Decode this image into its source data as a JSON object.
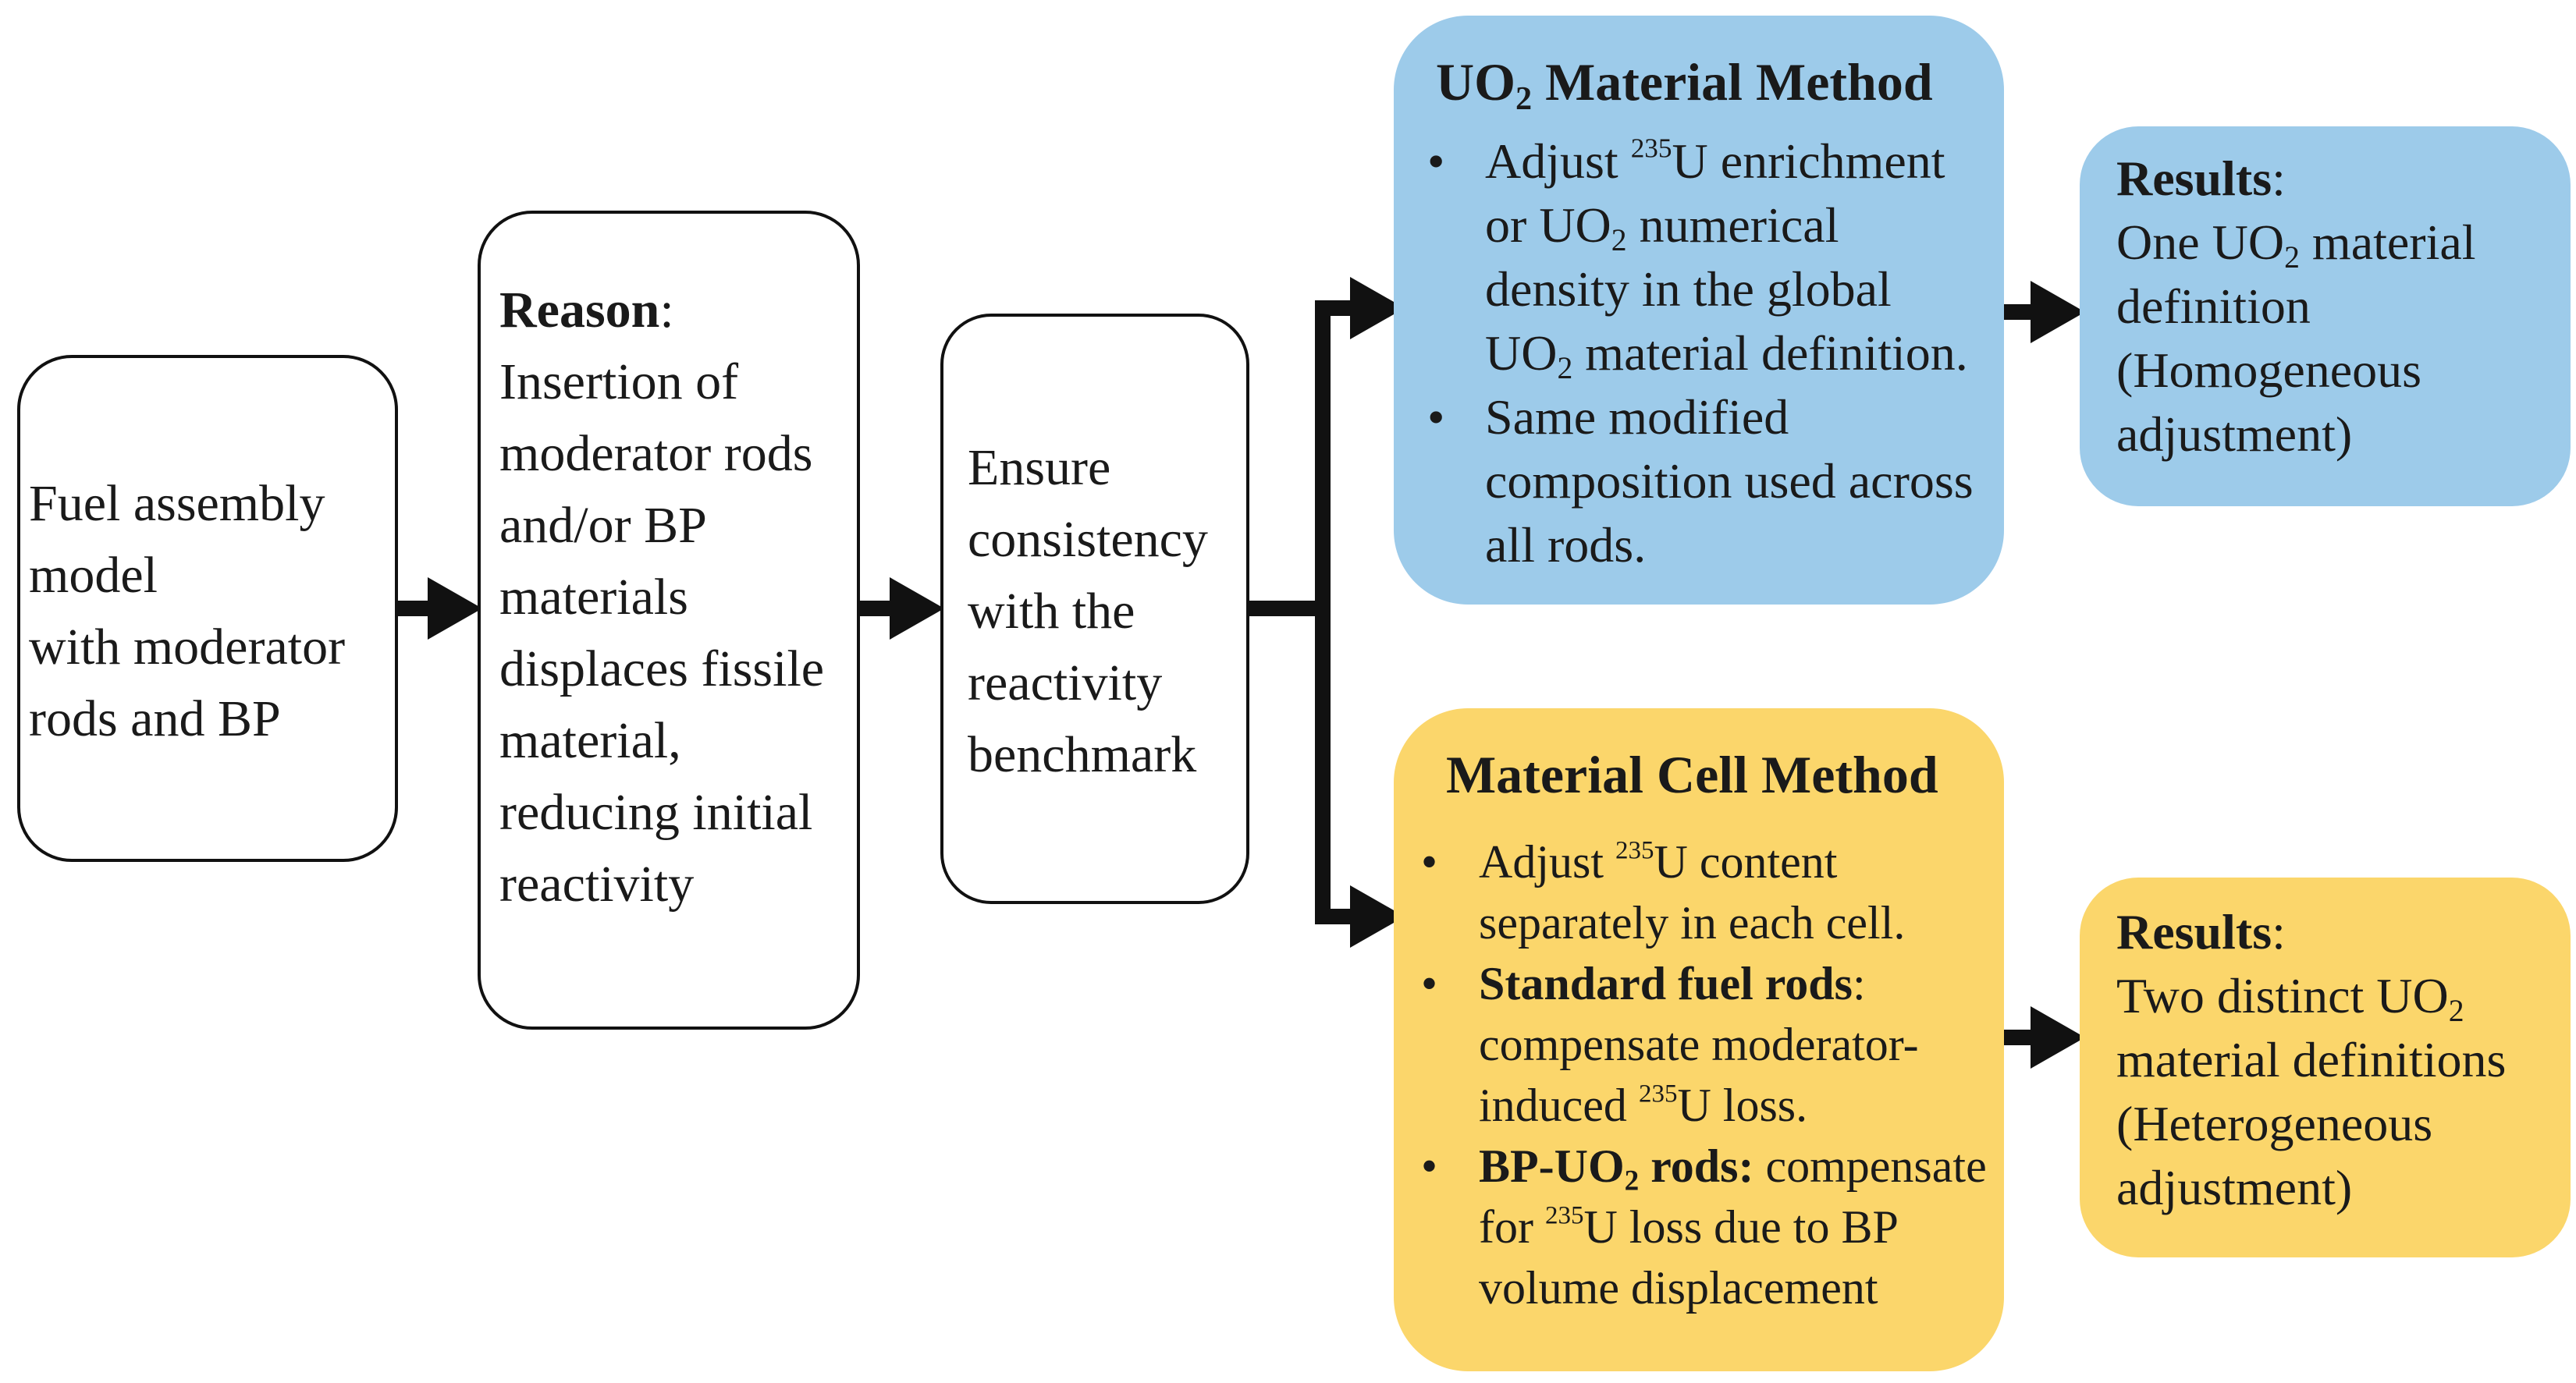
{
  "fuel_box": {
    "lines": [
      "Fuel assembly",
      "model",
      "with moderator",
      "rods and BP"
    ]
  },
  "reason_box": {
    "heading": "Reason",
    "heading_suffix": ":",
    "lines": [
      "Insertion of",
      "moderator rods",
      "and/or BP",
      "materials",
      "displaces fissile",
      "material,",
      "reducing initial",
      "reactivity"
    ]
  },
  "ensure_box": {
    "lines": [
      "Ensure",
      "consistency",
      "with the",
      "reactivity",
      "benchmark"
    ]
  },
  "uo2_method": {
    "title_pre": "UO",
    "title_sub": "2",
    "title_post": " Material Method",
    "b1_l1_pre": "Adjust ",
    "b1_l1_sup": "235",
    "b1_l1_post": "U enrichment",
    "b1_l2_pre": "or UO",
    "b1_l2_sub": "2",
    "b1_l2_post": " numerical",
    "b1_l3": "density in the global",
    "b1_l4_pre": "UO",
    "b1_l4_sub": "2",
    "b1_l4_post": " material definition.",
    "b2_l1": "Same modified",
    "b2_l2": "composition used across",
    "b2_l3": "all rods."
  },
  "cell_method": {
    "title": "Material Cell Method",
    "b1_l1_pre": "Adjust ",
    "b1_l1_sup": "235",
    "b1_l1_post": "U content",
    "b1_l2": "separately in each cell.",
    "b2_l1_bold": "Standard fuel rods",
    "b2_l1_post": ":",
    "b2_l2": "compensate moderator-",
    "b2_l3_pre": "induced ",
    "b2_l3_sup": "235",
    "b2_l3_post": "U loss.",
    "b3_l1_bold_pre": "BP-UO",
    "b3_l1_bold_sub": "2",
    "b3_l1_bold_post": " rods:",
    "b3_l1_post": " compensate",
    "b3_l2_pre": "for ",
    "b3_l2_sup": "235",
    "b3_l2_post": "U loss due to BP",
    "b3_l3": "volume displacement"
  },
  "results_top": {
    "heading": "Results",
    "heading_suffix": ":",
    "l1_pre": "One UO",
    "l1_sub": "2",
    "l1_post": " material",
    "l2": "definition",
    "l3": "(Homogeneous",
    "l4": "adjustment)"
  },
  "results_bottom": {
    "heading": "Results",
    "heading_suffix": ":",
    "l1_pre": "Two distinct UO",
    "l1_sub": "2",
    "l2": "material definitions",
    "l3": "(Heterogeneous",
    "l4": "adjustment)"
  },
  "colors": {
    "uo2_fill": "#9dcbea",
    "cell_fill": "#fbd66b",
    "arrow": "#111111"
  }
}
